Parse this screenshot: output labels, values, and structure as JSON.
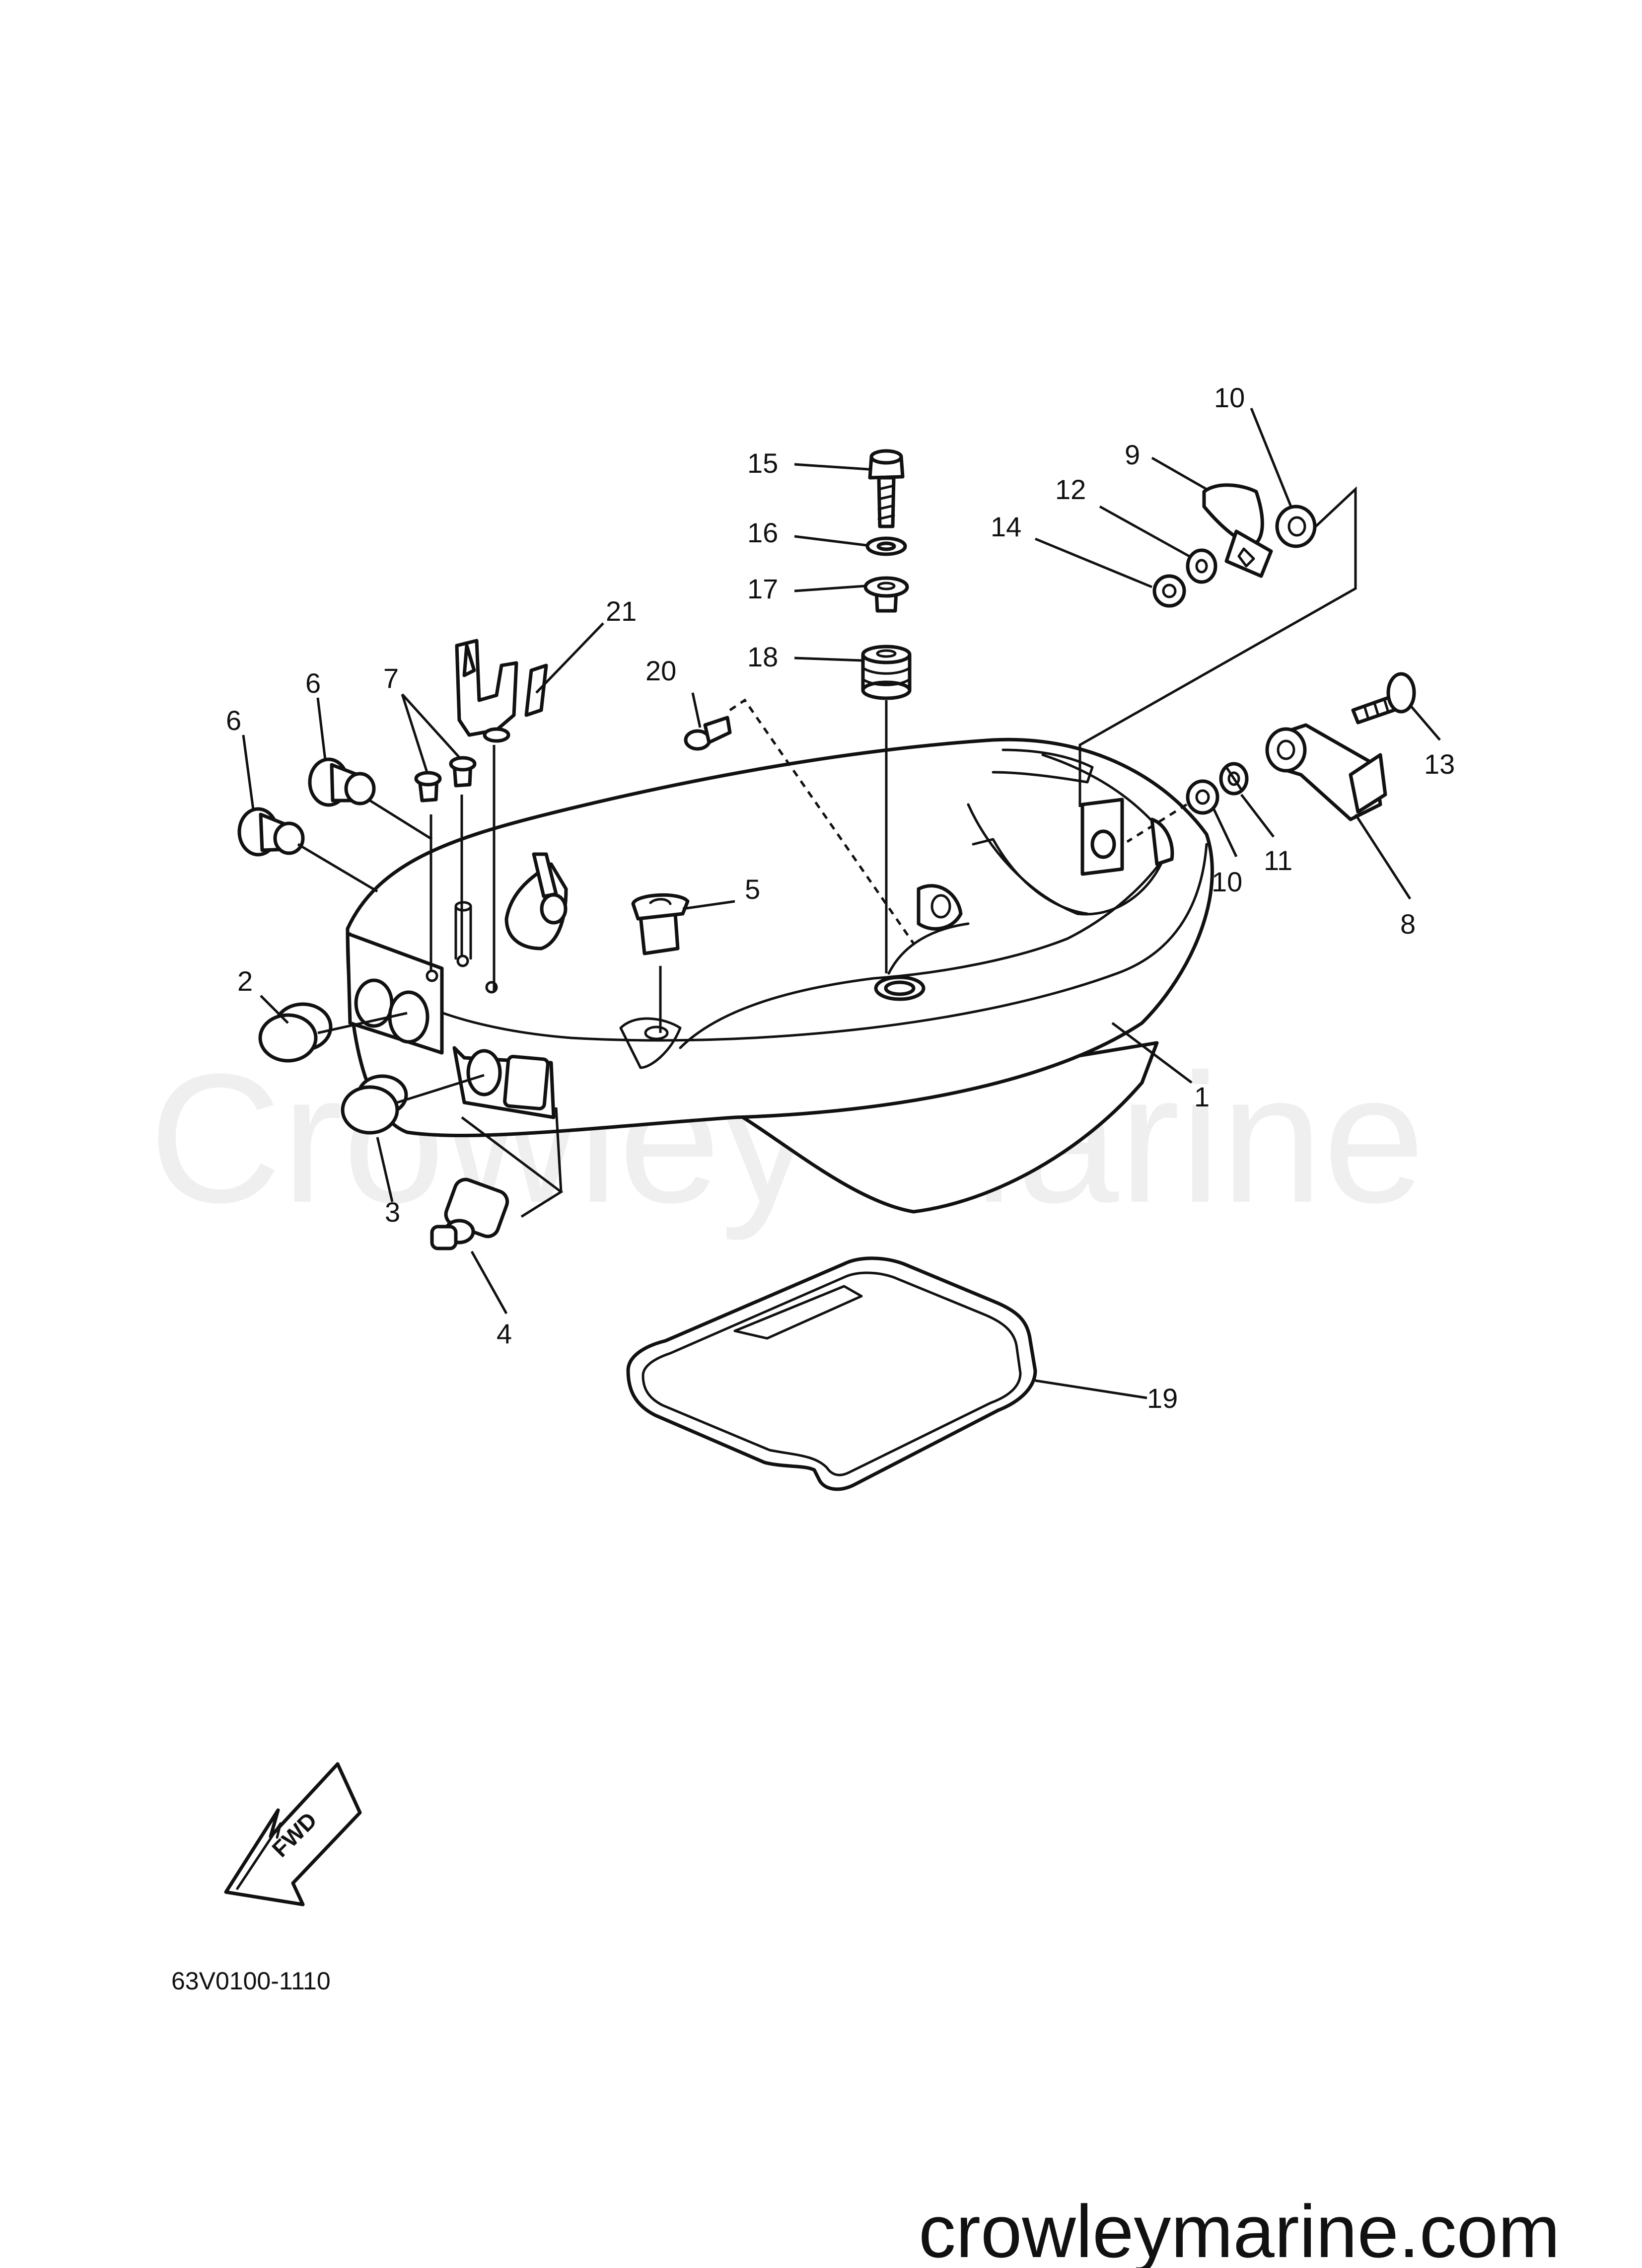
{
  "watermark": "Crowley Marine",
  "drawing_code": "63V0100-1110",
  "site": "crowleymarine.com",
  "fwd_label": "FWD",
  "callouts": {
    "c1": "1",
    "c2": "2",
    "c3": "3",
    "c4": "4",
    "c5": "5",
    "c6a": "6",
    "c6b": "6",
    "c7": "7",
    "c8": "8",
    "c9": "9",
    "c10a": "10",
    "c10b": "10",
    "c11": "11",
    "c12": "12",
    "c13": "13",
    "c14": "14",
    "c15": "15",
    "c16": "16",
    "c17": "17",
    "c18": "18",
    "c19": "19",
    "c20": "20",
    "c21": "21"
  }
}
